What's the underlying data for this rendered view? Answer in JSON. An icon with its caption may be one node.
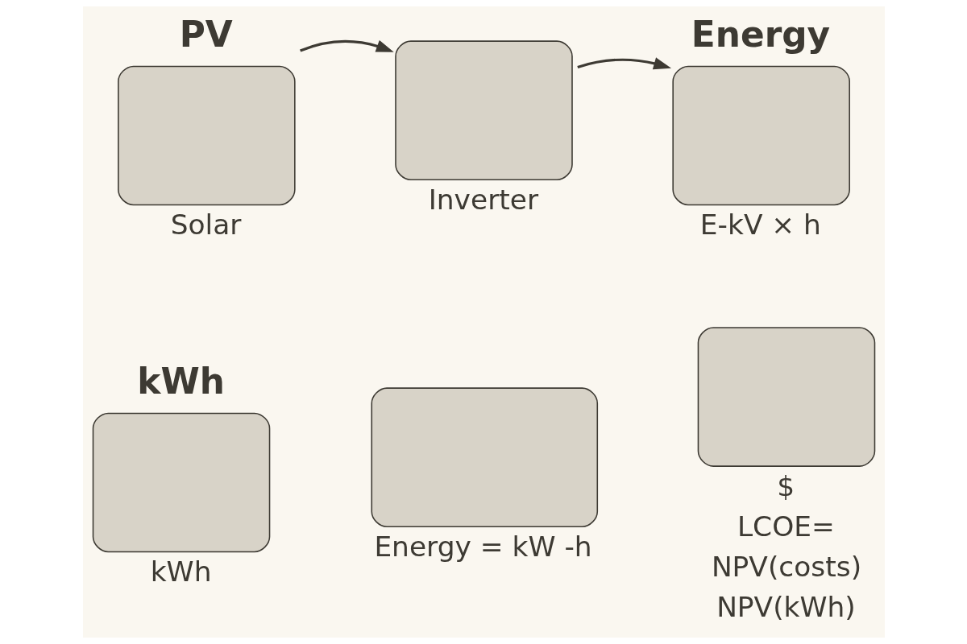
{
  "diagram": {
    "nodes": [
      {
        "text": [
          "PV"
        ],
        "beside": [
          "Solar"
        ]
      },
      {
        "text": [],
        "shape": "box",
        "beside": [
          "Inverter"
        ]
      },
      {
        "text": [
          "Energy"
        ],
        "beside": [
          "E-kV × h"
        ]
      },
      {
        "text": [
          "kWh"
        ],
        "beside": [
          "kWh"
        ]
      },
      {
        "text": [],
        "shape": "box",
        "beside": [
          "Energy = kW -h"
        ]
      },
      {
        "text": [],
        "shape": "box",
        "beside": [
          "$",
          "LCOE=",
          "NPV(costs)",
          "NPV(kWh)"
        ]
      }
    ],
    "edges": [
      {
        "from": 0,
        "to": 1,
        "arrow": "to"
      },
      {
        "from": 1,
        "to": 2,
        "arrow": "to"
      }
    ]
  }
}
